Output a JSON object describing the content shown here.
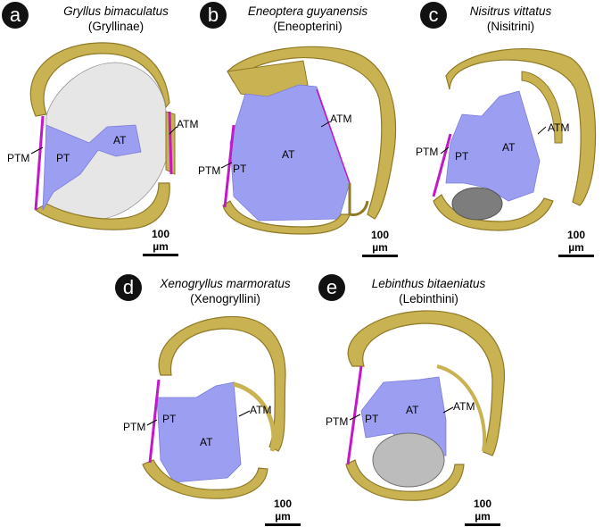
{
  "colors": {
    "cuticle": "#c9b252",
    "cuticle_edge": "#8f7a28",
    "tympanum": "#9c9ef2",
    "membrane": "#c218c8",
    "tissue": "#a3a3a3"
  },
  "panels": [
    {
      "letter": "a",
      "species": "Gryllus bimaculatus",
      "tribe": "(Gryllinae)",
      "ptm": "PTM",
      "pt": "PT",
      "at": "AT",
      "atm": "ATM",
      "scale": "100 µm"
    },
    {
      "letter": "b",
      "species": "Eneoptera guyanensis",
      "tribe": "(Eneopterini)",
      "ptm": "PTM",
      "pt": "PT",
      "at": "AT",
      "atm": "ATM",
      "scale": "100 µm"
    },
    {
      "letter": "c",
      "species": "Nisitrus vittatus",
      "tribe": "(Nisitrini)",
      "ptm": "PTM",
      "pt": "PT",
      "at": "AT",
      "atm": "ATM",
      "scale": "100 µm"
    },
    {
      "letter": "d",
      "species": "Xenogryllus marmoratus",
      "tribe": "(Xenogryllini)",
      "ptm": "PTM",
      "pt": "PT",
      "at": "AT",
      "atm": "ATM",
      "scale": "100 µm"
    },
    {
      "letter": "e",
      "species": "Lebinthus bitaeniatus",
      "tribe": "(Lebinthini)",
      "ptm": "PTM",
      "pt": "PT",
      "at": "AT",
      "atm": "ATM",
      "scale": "100 µm"
    }
  ]
}
